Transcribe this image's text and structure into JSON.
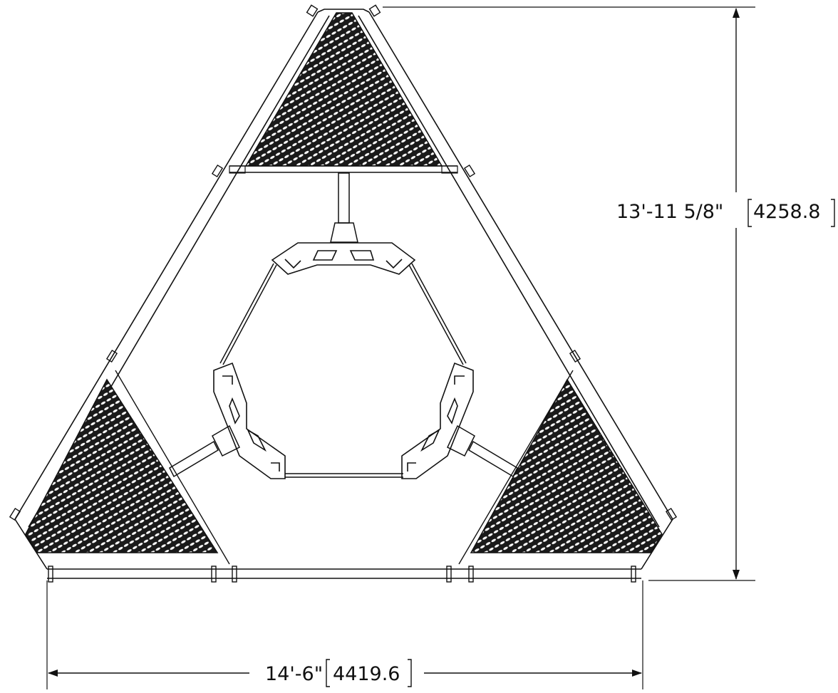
{
  "drawing": {
    "description_free": true,
    "line_color": "#111111",
    "mesh_color": "#1a1a1a",
    "background": "#ffffff"
  },
  "dimensions": {
    "height": {
      "imperial": "13'-11 5/8\"",
      "metric": "4258.8"
    },
    "width": {
      "imperial": "14'-6\"",
      "metric": "4419.6"
    }
  }
}
